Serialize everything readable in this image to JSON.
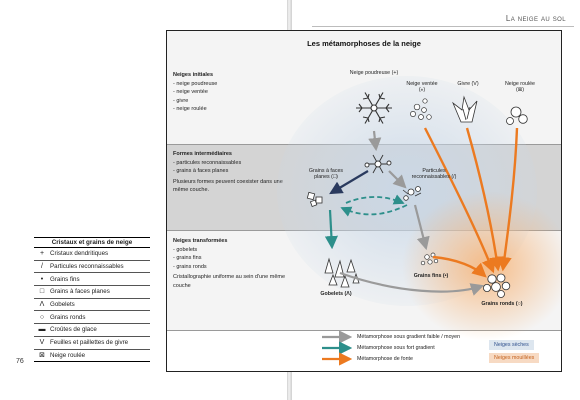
{
  "running_head": "La neige au sol",
  "page_number": "76",
  "figure": {
    "title": "Les métamorphoses de la neige",
    "zones": [
      {
        "title": "Neiges initiales",
        "items": [
          "neige poudreuse",
          "neige ventée",
          "givre",
          "neige roulée"
        ],
        "note": ""
      },
      {
        "title": "Formes intermédiaires",
        "items": [
          "particules reconnaissables",
          "grains à faces planes"
        ],
        "note": "Plusieurs formes peuvent coexister dans une même couche."
      },
      {
        "title": "Neiges transformées",
        "items": [
          "gobelets",
          "grains fins",
          "grains ronds"
        ],
        "note": "Cristallographie uniforme au sein d'une même couche"
      }
    ],
    "labels": {
      "poudreuse": "Neige poudreuse (+)",
      "ventee": "Neige ventée (⁎)",
      "givre": "Givre (V)",
      "roulee": "Neige roulée (⊠)",
      "faces_planes": "Grains à faces planes (□)",
      "particules": "Particules reconnaissables (/)",
      "gobelets": "Gobelets (Λ)",
      "grains_fins": "Grains fins (•)",
      "grains_ronds": "Grains ronds (○)"
    },
    "legend": [
      {
        "label": "Métamorphose sous gradient faible / moyen",
        "color": "#9a9a9a"
      },
      {
        "label": "Métamorphose sous fort gradient",
        "color": "#2d8f8b"
      },
      {
        "label": "Métamorphose de fonte",
        "color": "#ec7a20"
      }
    ],
    "boxes": {
      "dry": "Neiges sèches",
      "wet": "Neiges mouillées"
    }
  },
  "grain_table": {
    "title": "Cristaux et grains de neige",
    "rows": [
      {
        "symbol": "+",
        "label": "Cristaux dendritiques"
      },
      {
        "symbol": "/",
        "label": "Particules reconnaissables"
      },
      {
        "symbol": "•",
        "label": "Grains fins"
      },
      {
        "symbol": "□",
        "label": "Grains à faces planes"
      },
      {
        "symbol": "Λ",
        "label": "Gobelets"
      },
      {
        "symbol": "○",
        "label": "Grains ronds"
      },
      {
        "symbol": "▬",
        "label": "Croûtes de glace"
      },
      {
        "symbol": "V",
        "label": "Feuilles et paillettes de givre"
      },
      {
        "symbol": "⊠",
        "label": "Neige roulée"
      }
    ]
  }
}
